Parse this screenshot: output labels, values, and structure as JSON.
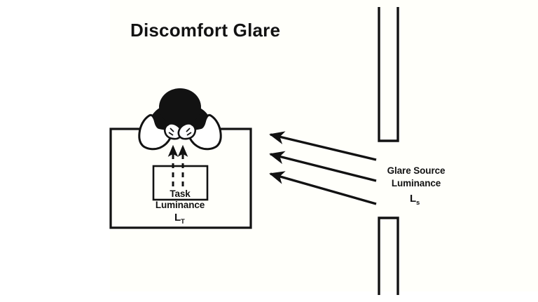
{
  "figure": {
    "name": "discomfort-glare-diagram",
    "title": "Discomfort Glare",
    "background_color": "#ffffff",
    "panel_color": "#fffffa",
    "ink_color": "#121212"
  },
  "labels": {
    "glare_source": {
      "line1": "Glare Source",
      "line2": "Luminance",
      "symbol": "L",
      "subscript": "s"
    },
    "task": {
      "line1": "Task",
      "line2": "Luminance",
      "symbol": "L",
      "subscript": "T"
    }
  },
  "elements": {
    "person": "seated-person-shielding-eyes",
    "desk": "desk-outline-rectangle",
    "task_area": "task-surface-rectangle",
    "window_upper": "window-frame-upper",
    "window_lower": "window-frame-lower",
    "glare_rays": "three-glare-ray-arrows",
    "task_rays": "two-dashed-task-luminance-arrows"
  },
  "counts": {
    "glare_arrows": 3,
    "task_arrows": 2
  }
}
